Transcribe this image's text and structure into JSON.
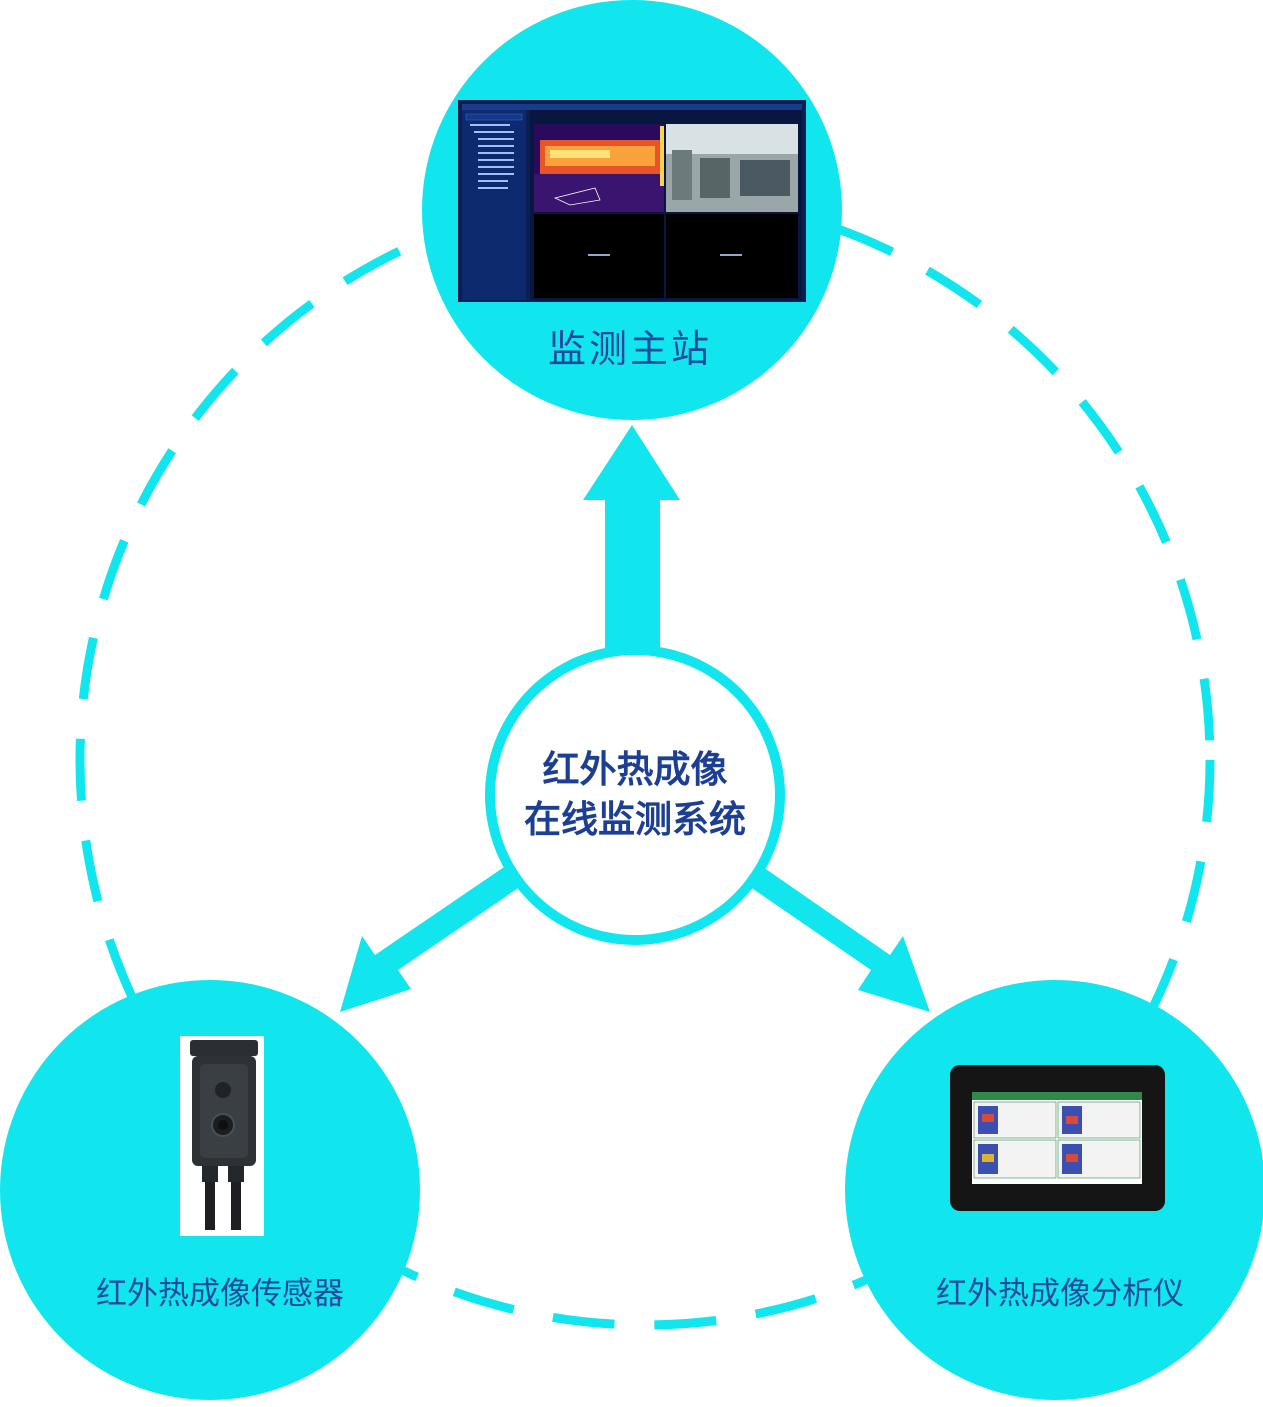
{
  "center": {
    "line1": "红外热成像",
    "line2": "在线监测系统"
  },
  "nodes": {
    "top": {
      "label": "监测主站"
    },
    "left": {
      "label": "红外热成像传感器"
    },
    "right": {
      "label": "红外热成像分析仪"
    }
  },
  "colors": {
    "cyan": "#11e6ee",
    "text": "#1e4a9c",
    "white": "#ffffff"
  }
}
